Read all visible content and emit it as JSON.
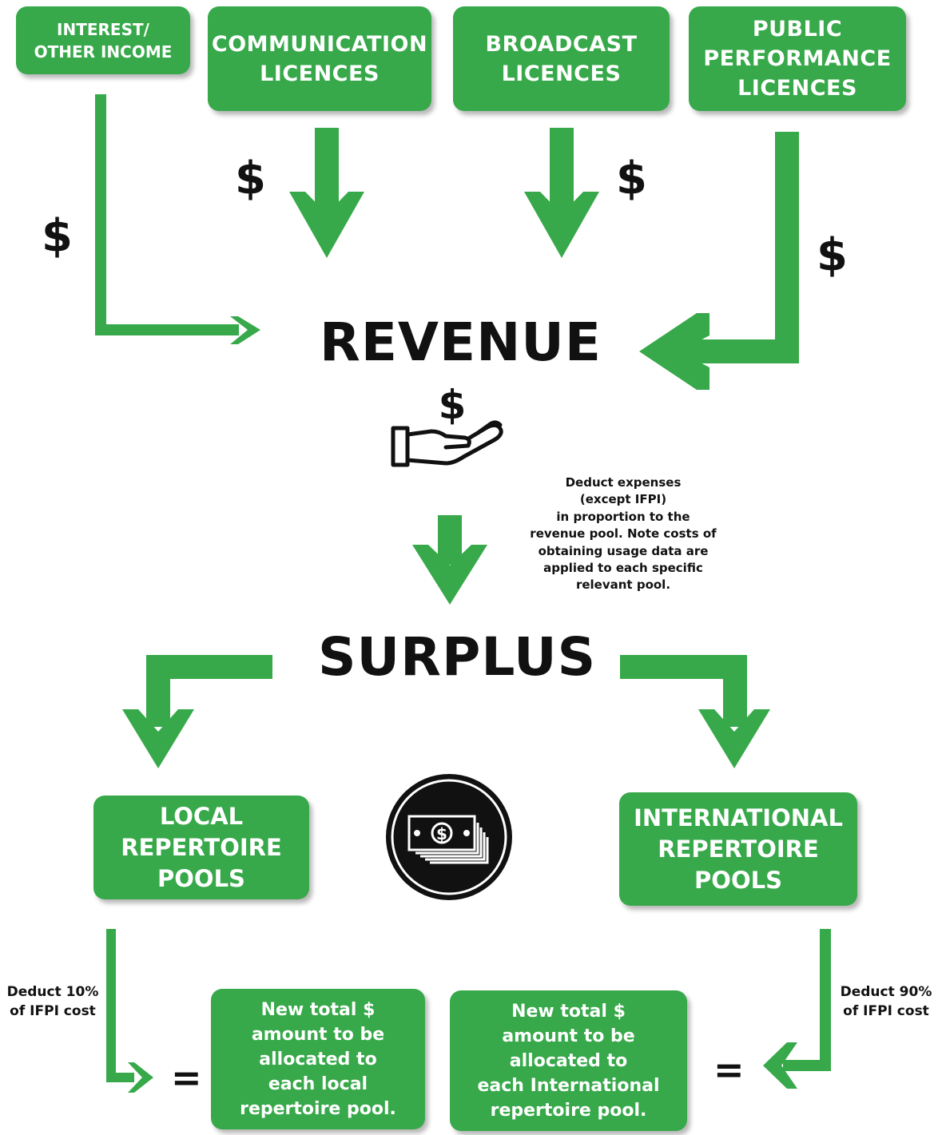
{
  "sources": [
    {
      "id": "interest",
      "label": "INTEREST/\nOTHER INCOME"
    },
    {
      "id": "communication",
      "label": "COMMUNICATION\nLICENCES"
    },
    {
      "id": "broadcast",
      "label": "BROADCAST\nLICENCES"
    },
    {
      "id": "public",
      "label": "PUBLIC\nPERFORMANCE\nLICENCES"
    }
  ],
  "dollar_symbol": "$",
  "revenue": {
    "title": "REVENUE",
    "icon": "hand-dollar-icon"
  },
  "deduct_expenses_note": "Deduct expenses\n(except IFPI)\nin proportion to the\nrevenue pool. Note costs of\nobtaining usage data are\napplied to each specific\nrelevant pool.",
  "surplus": {
    "title": "SURPLUS",
    "icon": "money-stack-icon"
  },
  "pools": {
    "local": "LOCAL\nREPERTOIRE\nPOOLS",
    "international": "INTERNATIONAL\nREPERTOIRE\nPOOLS"
  },
  "deductions": {
    "local": "Deduct 10%\nof IFPI cost",
    "international": "Deduct 90%\nof IFPI cost"
  },
  "equals": "=",
  "results": {
    "local": "New total $\namount to be\nallocated to\neach local\nrepertoire pool.",
    "international": "New total $\namount to be\nallocated to\neach International\nrepertoire pool."
  },
  "colors": {
    "green": "#37a94a",
    "text": "#111111",
    "white": "#ffffff"
  }
}
